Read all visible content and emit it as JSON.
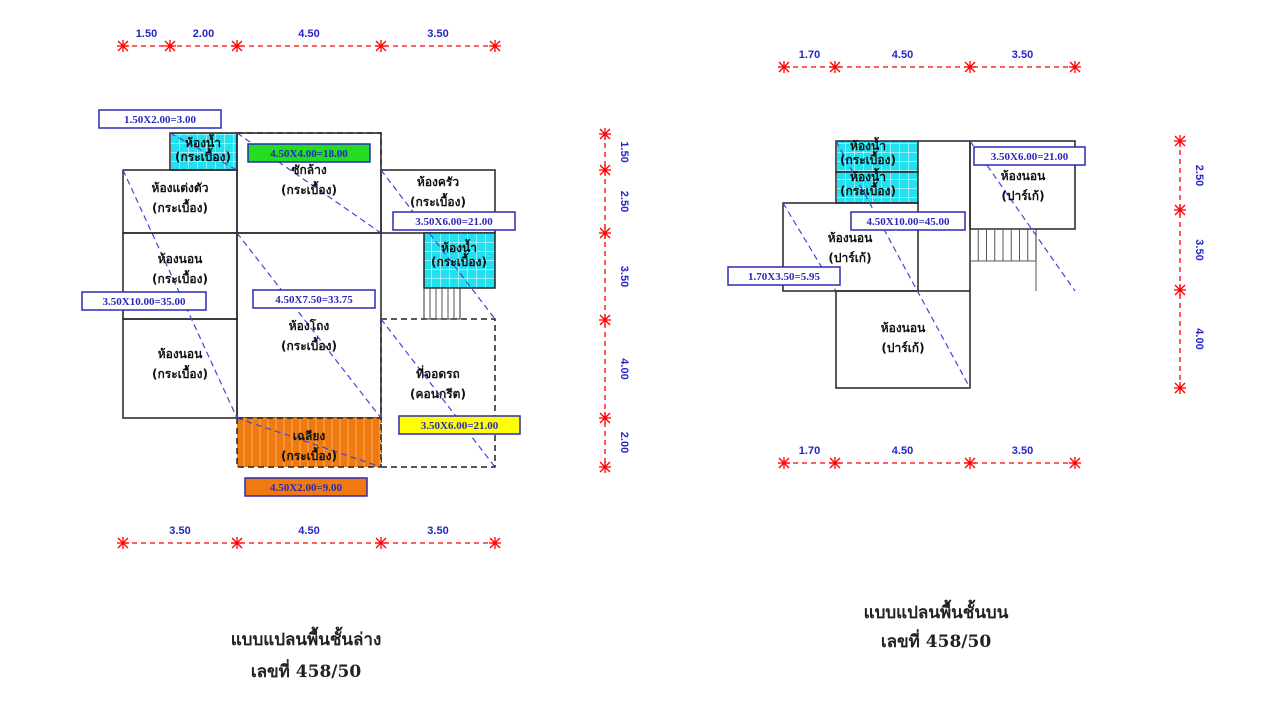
{
  "colors": {
    "dimension_line": "#ff0000",
    "dimension_text": "#2424c8",
    "bathroom_fill": "#22e0f0",
    "porch_fill": "#f07a10",
    "green_box": "#22dd22",
    "yellow_box": "#ffff00",
    "area_box_border": "#2a2ab8",
    "diagonal": "#4444dd"
  },
  "ground_floor": {
    "title": "แบบแปลนพื้นชั้นล่าง",
    "number": "เลขที่ 458/50",
    "top_dims": [
      "1.50",
      "2.00",
      "4.50",
      "3.50"
    ],
    "bottom_dims": [
      "3.50",
      "4.50",
      "3.50"
    ],
    "right_dims": [
      "1.50",
      "2.50",
      "3.50",
      "4.00",
      "2.00"
    ],
    "rooms": {
      "bath1": {
        "name": "ห้องน้ำ",
        "floor": "(กระเบื้อง)"
      },
      "dressing": {
        "name": "ห้องแต่งตัว",
        "floor": "(กระเบื้อง)"
      },
      "laundry": {
        "name": "ซักล้าง",
        "floor": "(กระเบื้อง)"
      },
      "kitchen": {
        "name": "ห้องครัว",
        "floor": "(กระเบื้อง)"
      },
      "bath2": {
        "name": "ห้องน้ำ",
        "floor": "(กระเบื้อง)"
      },
      "bedroom1": {
        "name": "ห้องนอน",
        "floor": "(กระเบื้อง)"
      },
      "bedroom2": {
        "name": "ห้องนอน",
        "floor": "(กระเบื้อง)"
      },
      "living": {
        "name": "ห้องโถง",
        "floor": "(กระเบื้อง)"
      },
      "parking": {
        "name": "ที่จอดรถ",
        "floor": "(คอนกรีต)"
      },
      "porch": {
        "name": "เฉลียง",
        "floor": "(กระเบื้อง)"
      }
    },
    "areas": [
      "1.50X2.00=3.00",
      "4.50X4.00=18.00",
      "3.50X6.00=21.00",
      "3.50X10.00=35.00",
      "4.50X7.50=33.75",
      "3.50X6.00=21.00",
      "4.50X2.00=9.00"
    ]
  },
  "upper_floor": {
    "title": "แบบแปลนพื้นชั้นบน",
    "number": "เลขที่ 458/50",
    "top_dims": [
      "1.70",
      "4.50",
      "3.50"
    ],
    "bottom_dims": [
      "1.70",
      "4.50",
      "3.50"
    ],
    "right_dims": [
      "2.50",
      "3.50",
      "4.00"
    ],
    "rooms": {
      "bath1": {
        "name": "ห้องน้ำ",
        "floor": "(กระเบื้อง)"
      },
      "bath2": {
        "name": "ห้องน้ำ",
        "floor": "(กระเบื้อง)"
      },
      "bedroom_right": {
        "name": "ห้องนอน",
        "floor": "(ปาร์เก้)"
      },
      "bedroom_left": {
        "name": "ห้องนอน",
        "floor": "(ปาร์เก้)"
      },
      "bedroom_bottom": {
        "name": "ห้องนอน",
        "floor": "(ปาร์เก้)"
      }
    },
    "areas": [
      "3.50X6.00=21.00",
      "4.50X10.00=45.00",
      "1.70X3.50=5.95"
    ]
  }
}
